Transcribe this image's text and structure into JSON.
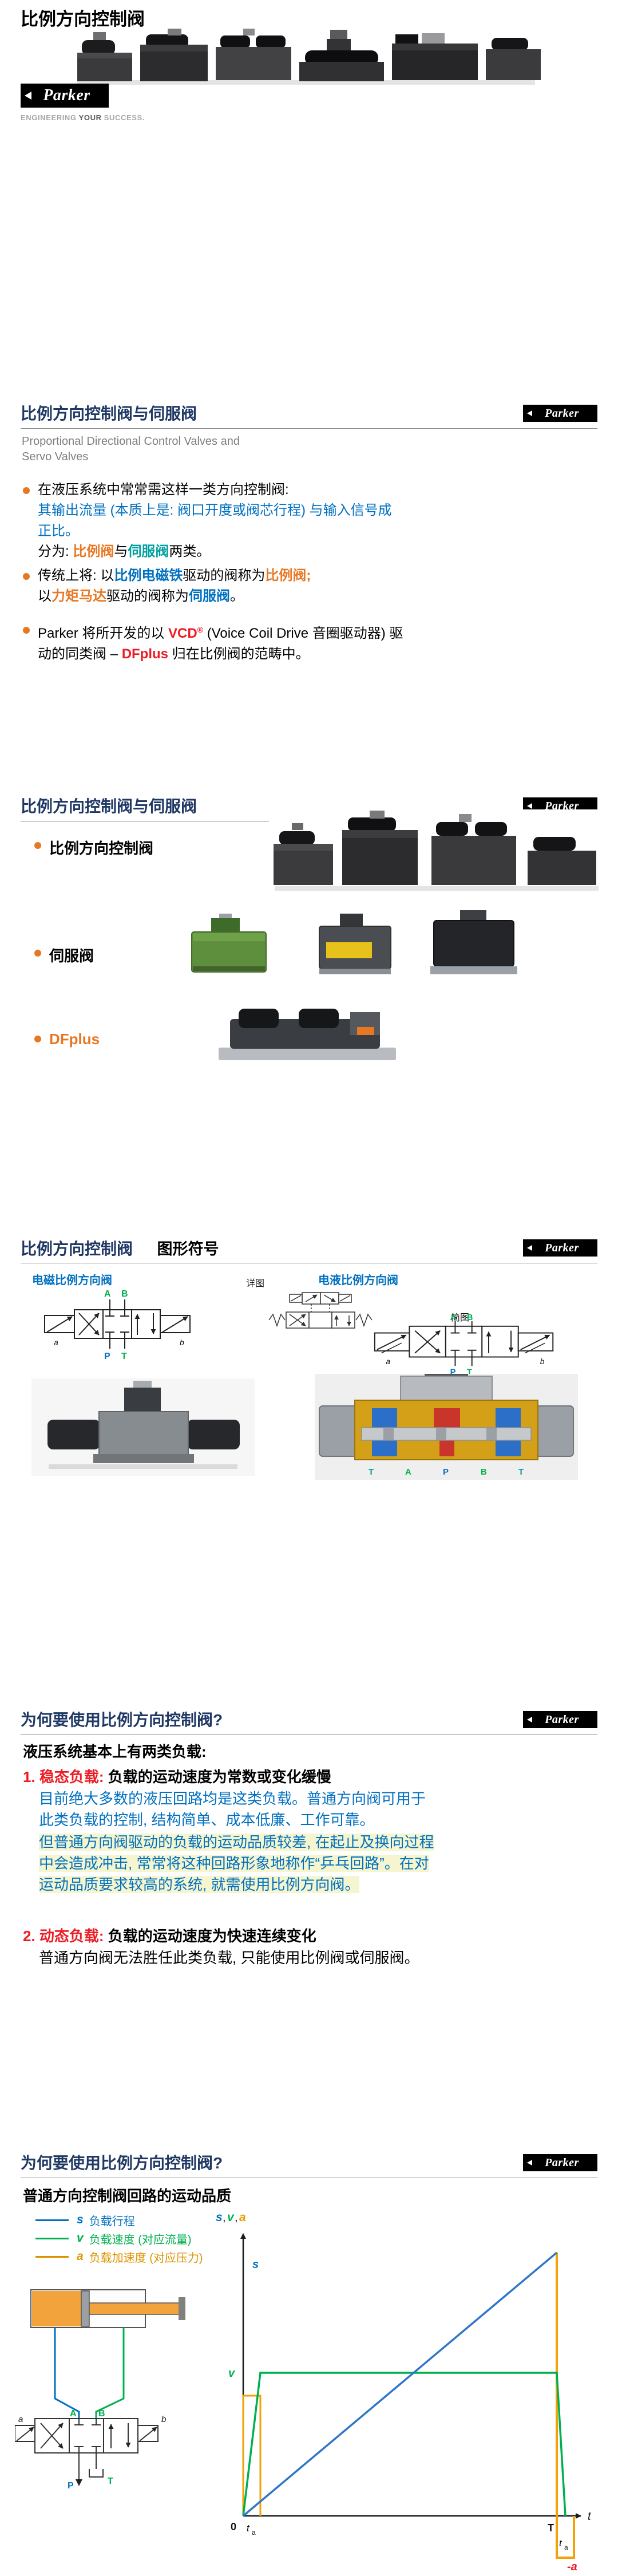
{
  "colors": {
    "heading_navy": "#1F3864",
    "text_blue": "#0070C0",
    "accent_orange": "#E87722",
    "red": "#ED1C24",
    "green": "#00B050",
    "teal": "#00A0A0",
    "amber": "#DD9300",
    "subtitle_gray": "#7F7F7F",
    "highlight_bg": "#F5F5D0"
  },
  "top": {
    "title": "比例方向控制阀",
    "logo": "Parker",
    "tagline_1": "ENGINEERING ",
    "tagline_2": "YOUR",
    "tagline_3": " SUCCESS."
  },
  "slide2": {
    "heading": "比例方向控制阀与伺服阀",
    "subtitle_1": "Proportional Directional Control Valves and",
    "subtitle_2": "Servo Valves",
    "bullet1": {
      "s1": "在液压系统中常常需这样一类方向控制阀:",
      "s2": "其输出流量 (本质上是: 阀口开度或阀芯行程) 与输入信号成正比。",
      "s3": "分为: ",
      "s4": "比例阀",
      "s5": "与",
      "s6": "伺服阀",
      "s7": "两类。"
    },
    "bullet2": {
      "s1": "传统上将: 以",
      "s2": "比例电磁铁",
      "s3": "驱动的阀称为",
      "s4": "比例阀;",
      "s5": "以",
      "s6": "力矩马达",
      "s7": "驱动的阀称为",
      "s8": "伺服阀",
      "s9": "。"
    },
    "bullet3": {
      "s1": "Parker 将所开发的以 ",
      "s2": "VCD",
      "s2sup": "®",
      "s3": " (Voice Coil Drive 音圈驱动器) 驱动的同类阀 – ",
      "s4": "DFplus",
      "s5": " 归在比例阀的范畴中。"
    }
  },
  "slide3": {
    "heading": "比例方向控制阀与伺服阀",
    "item1": "比例方向控制阀",
    "item2": "伺服阀",
    "item3": "DFplus"
  },
  "slide4": {
    "heading": "比例方向控制阀",
    "heading2": "图形符号",
    "label_left": "电磁比例方向阀",
    "label_right": "电液比例方向阀",
    "label_detail": "详图",
    "label_simple": "简图",
    "cutaway_letters": [
      "T",
      "A",
      "P",
      "B",
      "T"
    ]
  },
  "slide5": {
    "heading": "为何要使用比例方向控制阀?",
    "intro": "液压系统基本上有两类负载:",
    "item1_label": "1. 稳态负载:",
    "item1_text": " 负载的运动速度为常数或变化缓慢",
    "para1": "目前绝大多数的液压回路均是这类负载。普通方向阀可用于此类负载的控制, 结构简单、成本低廉、工作可靠。",
    "para2": "但普通方向阀驱动的负载的运动品质较差, 在起止及换向过程中会造成冲击, 常常将这种回路形象地称作“乒乓回路”。在对运动品质要求较高的系统, 就需使用比例方向阀。",
    "item2_label": "2. 动态负载:",
    "item2_text": " 负载的运动速度为快速连续变化",
    "para3": "普通方向阀无法胜任此类负载, 只能使用比例阀或伺服阀。"
  },
  "slide6": {
    "heading": "为何要使用比例方向控制阀?",
    "subtitle": "普通方向控制阀回路的运动品质",
    "legend": [
      {
        "symbol": "s",
        "text": "负载行程",
        "color": "#0070C0"
      },
      {
        "symbol": "v",
        "text": "负载速度 (对应流量)",
        "color": "#00B050"
      },
      {
        "symbol": "a",
        "text": "负载加速度 (对应压力)",
        "color": "#DD9300"
      }
    ],
    "graph": {
      "s": "s",
      "v": "v",
      "a": "a",
      "comma": ",",
      "zero": "0",
      "T": "T",
      "t": "t",
      "sub_a": "a",
      "neg_a": "-a"
    }
  },
  "ports": {
    "A": "A",
    "B": "B",
    "P": "P",
    "T": "T",
    "a": "a",
    "b": "b"
  },
  "chart_data": {
    "type": "line",
    "title": "普通方向控制阀回路的运动品质",
    "xlabel": "t",
    "ylabel": "s,v,a",
    "x_ticks": [
      "0",
      "ta",
      "T"
    ],
    "legend_position": "top-left-outside",
    "series": [
      {
        "name": "s 负载行程",
        "color": "#0070C0",
        "x": [
          0,
          1
        ],
        "y": [
          0,
          1
        ]
      },
      {
        "name": "v 负载速度 (对应流量)",
        "color": "#00B050",
        "x": [
          0,
          0.05,
          0.97,
          1
        ],
        "y": [
          0,
          0.55,
          0.55,
          0
        ]
      },
      {
        "name": "a 负载加速度 (对应压力)",
        "color": "#DD9300",
        "x": [
          0,
          0.05,
          0.97,
          1
        ],
        "y": [
          0.45,
          0,
          0,
          -0.9
        ]
      }
    ]
  }
}
